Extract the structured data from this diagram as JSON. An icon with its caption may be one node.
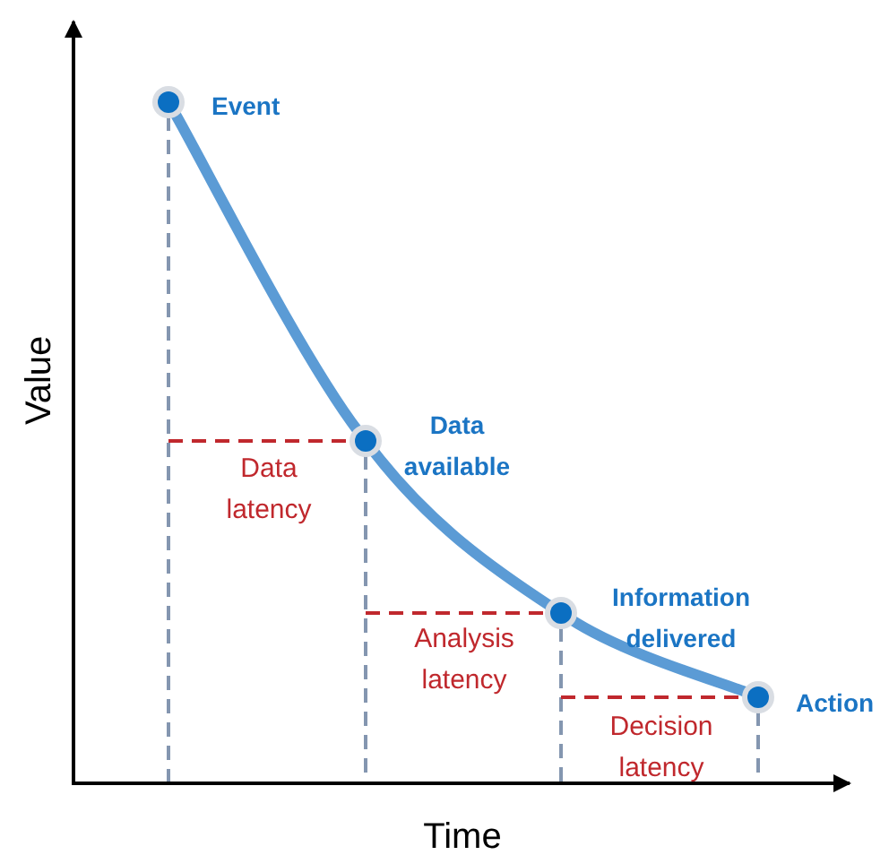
{
  "diagram": {
    "nodes": [
      {
        "text": [],
        "shape": "circle",
        "beside": [
          "Event"
        ]
      },
      {
        "text": [],
        "shape": "circle",
        "beside": [
          "Data available"
        ]
      },
      {
        "text": [],
        "shape": "circle",
        "beside": [
          "Information delivered"
        ]
      },
      {
        "text": [],
        "shape": "circle",
        "beside": [
          "Action"
        ]
      }
    ],
    "edges": [
      {
        "from": 0,
        "to": 1,
        "arrow": "none"
      },
      {
        "from": 1,
        "to": 2,
        "arrow": "none"
      },
      {
        "from": 2,
        "to": 3,
        "arrow": "none"
      }
    ],
    "labels": [
      "Value",
      "Data latency",
      "Analysis latency",
      "Decision latency",
      "Time"
    ]
  }
}
